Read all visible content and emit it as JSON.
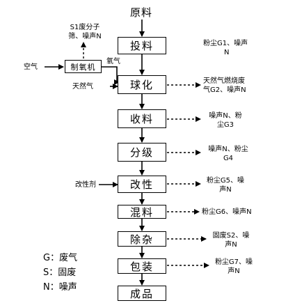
{
  "diagram": {
    "input_raw": "原料",
    "main_steps": [
      "投料",
      "球化",
      "收料",
      "分级",
      "改性",
      "混料",
      "除杂",
      "包装",
      "成品"
    ],
    "oxygen_unit": "制氧机",
    "inputs": {
      "air": "空气",
      "oxygen": "氧气",
      "natural_gas": "天然气",
      "modifier": "改性剂"
    },
    "oxygen_unit_output": [
      "S1废分子",
      "筛、噪声N"
    ],
    "emissions": {
      "touliao": [
        "粉尘G1、噪声",
        "N"
      ],
      "qiuhua": [
        "天然气燃烧废",
        "气G2、噪声N"
      ],
      "shouliao": [
        "噪声N、粉",
        "尘G3"
      ],
      "fenji": [
        "噪声N、粉尘",
        "G4"
      ],
      "gaixing": [
        "粉尘G5、噪",
        "声N"
      ],
      "hunliao": [
        "粉尘G6、噪声N"
      ],
      "chuza": [
        "固废S2、噪",
        "声N"
      ],
      "baozhuang": [
        "粉尘G7、噪",
        "声N"
      ]
    },
    "legend": [
      "G：废气",
      "S：固废",
      "N：噪声"
    ]
  }
}
